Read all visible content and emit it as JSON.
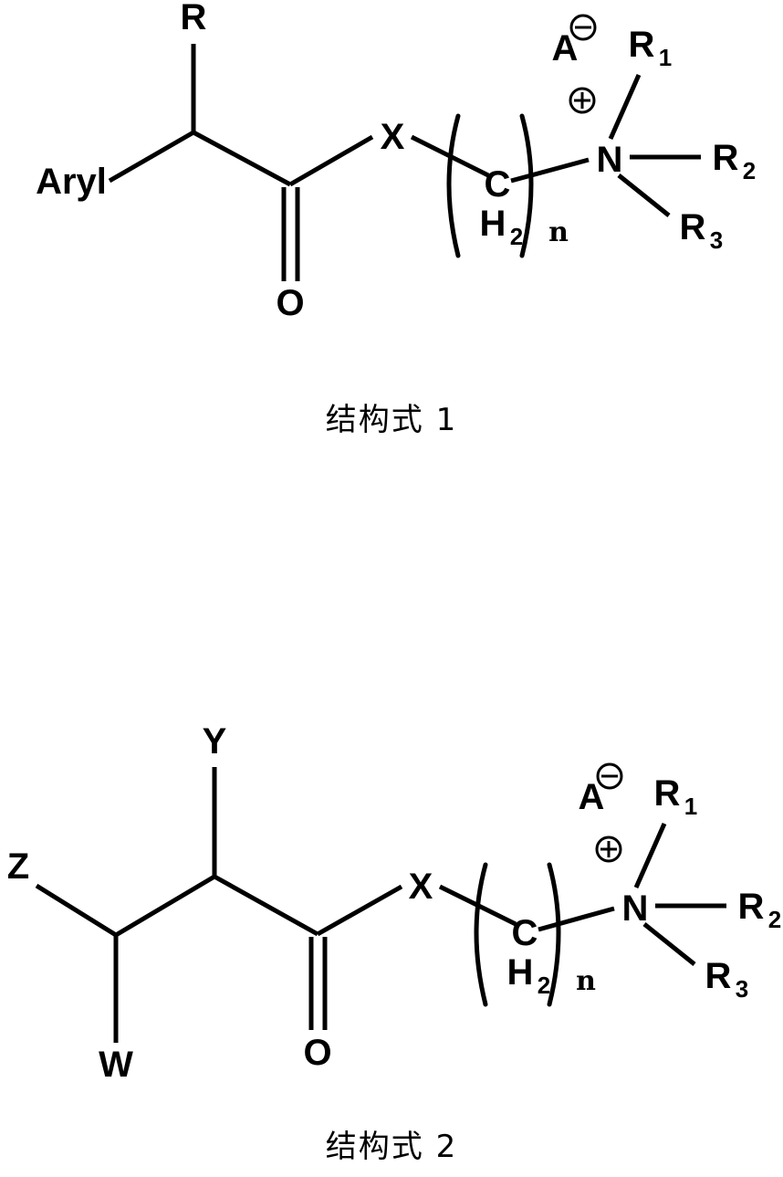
{
  "document": {
    "kind": "chemical-structure-figures",
    "background_color": "#ffffff",
    "ink_color": "#000000"
  },
  "figures": [
    {
      "id": "structure-1",
      "caption": "结构式 1",
      "labels": {
        "r_top": "R",
        "aryl": "Aryl",
        "carbonyl_oxygen": "O",
        "x_linker": "X",
        "methylene_c": "C",
        "methylene_h": "H",
        "methylene_h_sub": "2",
        "repeat_n": "n",
        "anion": "A",
        "anion_charge": "⊖",
        "nitrogen": "N",
        "nitrogen_charge": "⊕",
        "r1": "R",
        "r1_sub": "1",
        "r2": "R",
        "r2_sub": "2",
        "r3": "R",
        "r3_sub": "3"
      }
    },
    {
      "id": "structure-2",
      "caption": "结构式 2",
      "labels": {
        "y_top": "Y",
        "z_left": "Z",
        "w_bottom": "W",
        "carbonyl_oxygen": "O",
        "x_linker": "X",
        "methylene_c": "C",
        "methylene_h": "H",
        "methylene_h_sub": "2",
        "repeat_n": "n",
        "anion": "A",
        "anion_charge": "⊖",
        "nitrogen": "N",
        "nitrogen_charge": "⊕",
        "r1": "R",
        "r1_sub": "1",
        "r2": "R",
        "r2_sub": "2",
        "r3": "R",
        "r3_sub": "3"
      }
    }
  ]
}
